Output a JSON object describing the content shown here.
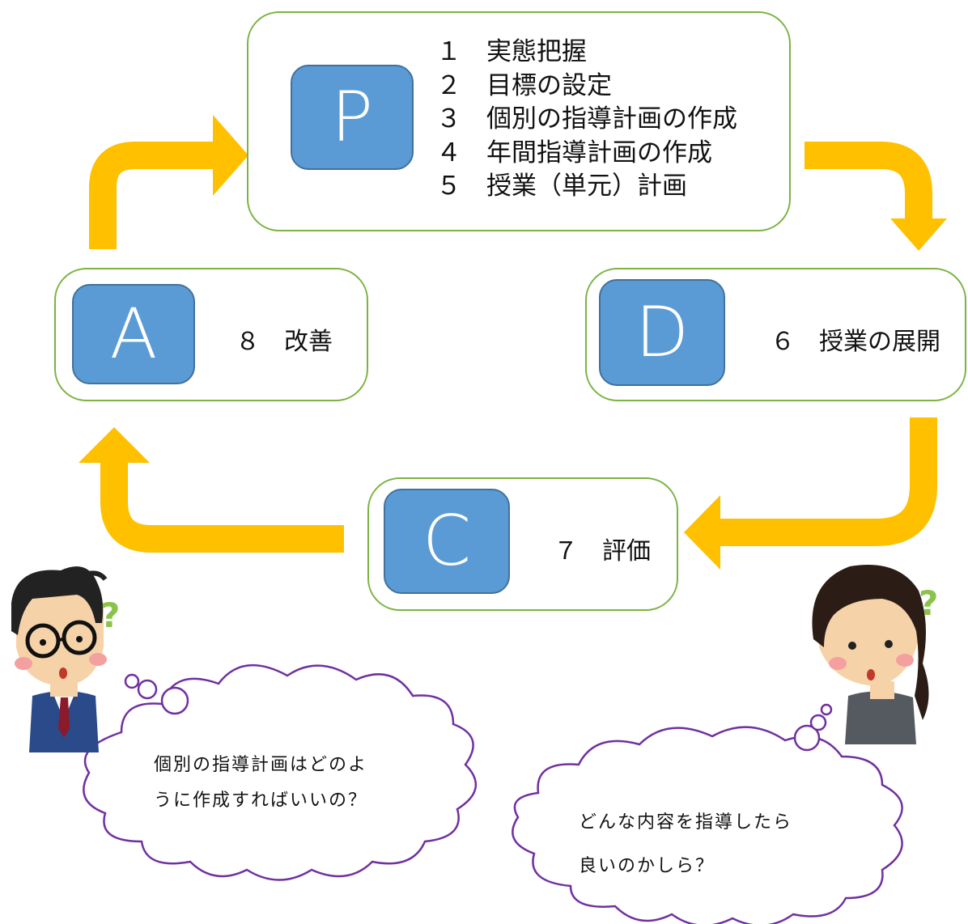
{
  "plan": {
    "letter": "P",
    "steps": [
      "１　実態把握",
      "２　目標の設定",
      "３　個別の指導計画の作成",
      "４　年間指導計画の作成",
      "５　授業（単元）計画"
    ]
  },
  "do": {
    "letter": "D",
    "label": "６　授業の展開"
  },
  "check": {
    "letter": "C",
    "label": "７　評価"
  },
  "act": {
    "letter": "A",
    "label": "８　改善"
  },
  "thoughts": {
    "man_line1": "個別の指導計画はどのよ",
    "man_line2": "うに作成すればいいの？",
    "woman_line1": "どんな内容を指導したら",
    "woman_line2": "良いのかしら？"
  },
  "colors": {
    "arrow": "#ffc000",
    "box_border": "#7cb342",
    "badge": "#5b9bd5",
    "cloud_border": "#7030a0"
  }
}
